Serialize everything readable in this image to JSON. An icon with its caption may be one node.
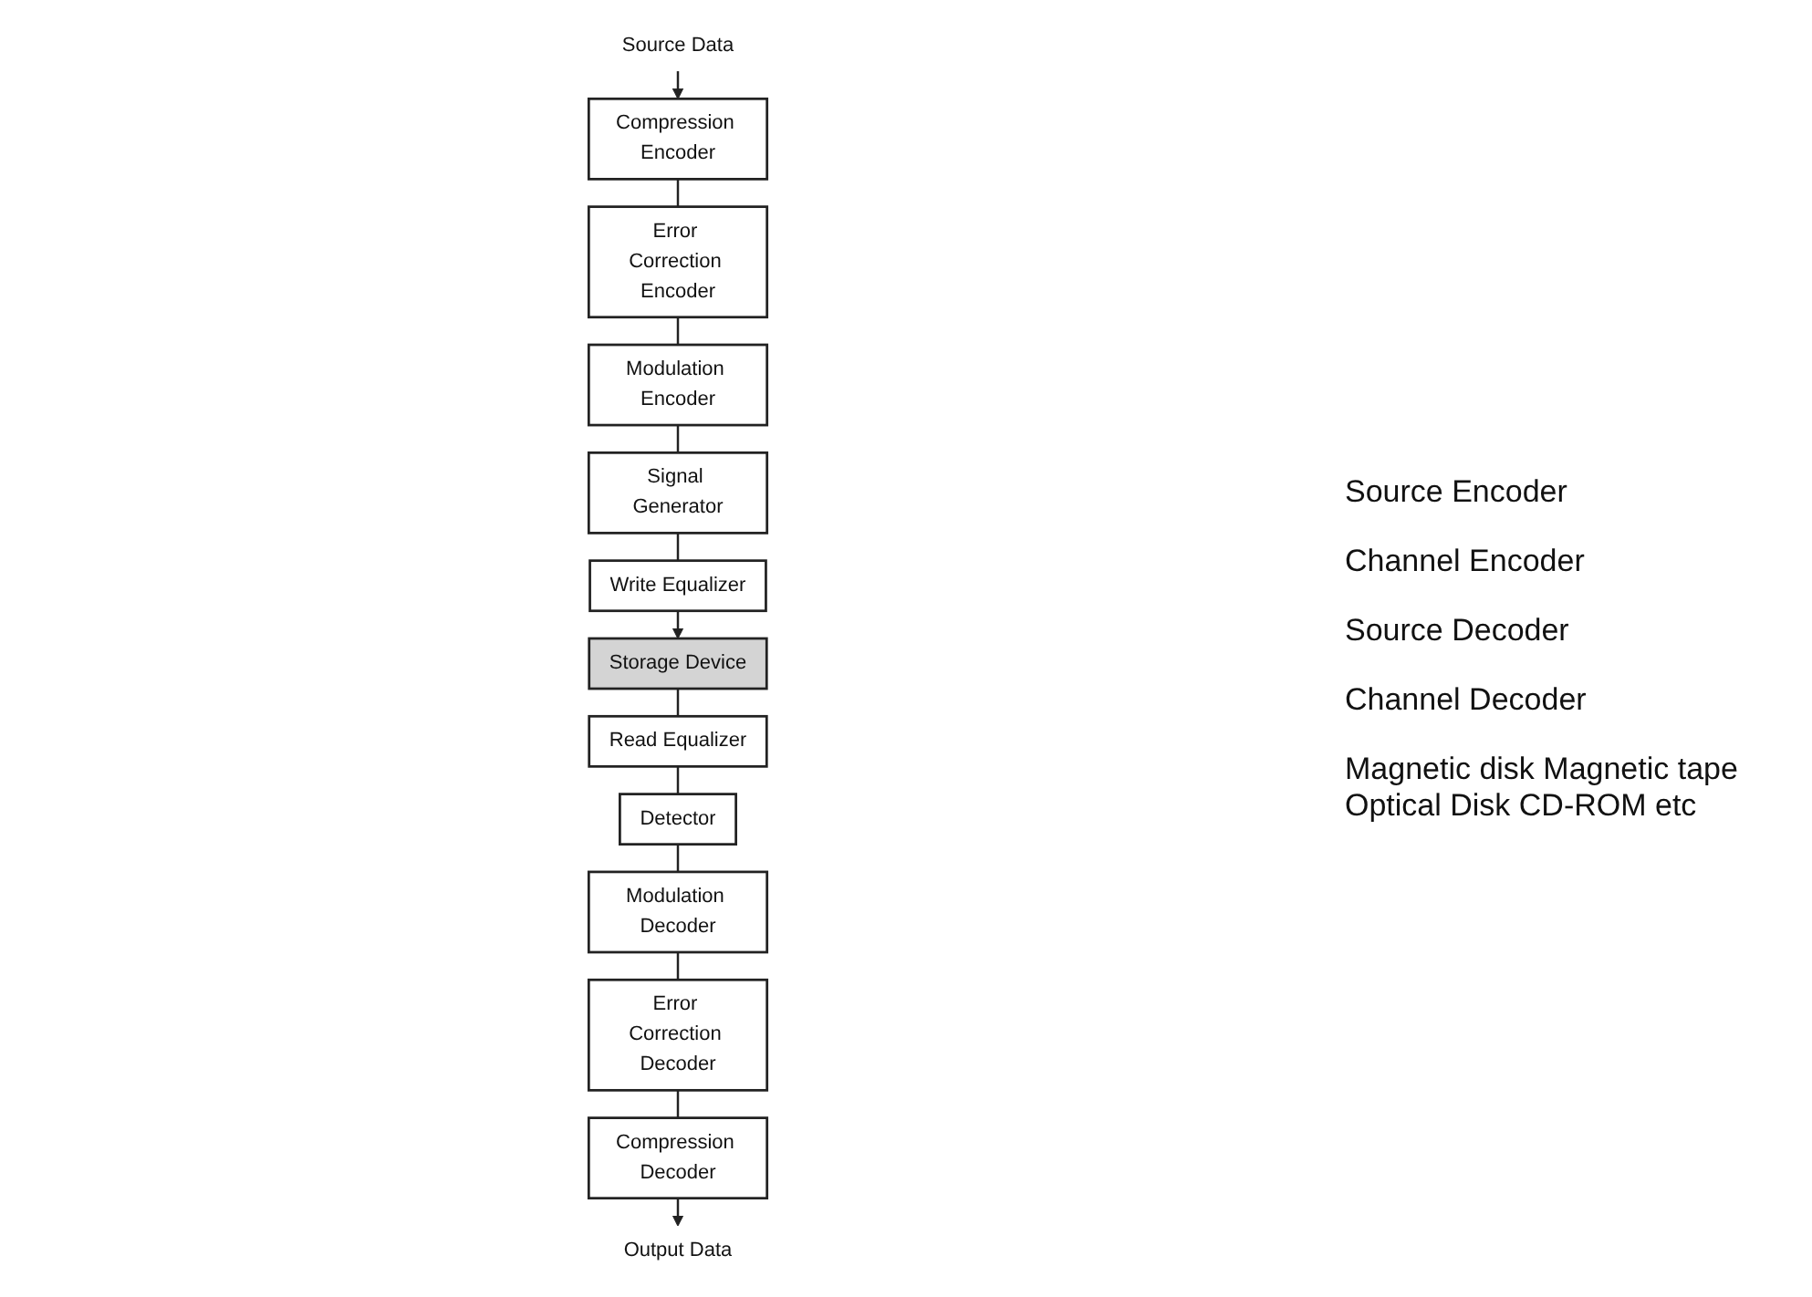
{
  "diagram": {
    "nodes": [
      {
        "text": [
          "Source Data"
        ]
      },
      {
        "text": [
          "Compression Encoder"
        ]
      },
      {
        "text": [
          "Error Correction Encoder"
        ]
      },
      {
        "text": [
          "Modulation Encoder"
        ]
      },
      {
        "text": [
          "Signal Generator"
        ]
      },
      {
        "text": [
          "Write Equalizer"
        ]
      },
      {
        "text": [
          "Storage Device"
        ]
      },
      {
        "text": [
          "Read Equalizer"
        ]
      },
      {
        "text": [
          "Detector"
        ]
      },
      {
        "text": [
          "Modulation Decoder"
        ]
      },
      {
        "text": [
          "Error Correction Decoder"
        ]
      },
      {
        "text": [
          "Compression Decoder"
        ]
      },
      {
        "text": [
          "Output Data"
        ]
      }
    ],
    "edges": [
      {
        "from": 0,
        "to": 1,
        "arrow": "to"
      },
      {
        "from": 1,
        "to": 2,
        "arrow": "none"
      },
      {
        "from": 2,
        "to": 3,
        "arrow": "none"
      },
      {
        "from": 3,
        "to": 4,
        "arrow": "none"
      },
      {
        "from": 4,
        "to": 5,
        "arrow": "none"
      },
      {
        "from": 5,
        "to": 6,
        "arrow": "to"
      },
      {
        "from": 6,
        "to": 7,
        "arrow": "none"
      },
      {
        "from": 7,
        "to": 8,
        "arrow": "none"
      },
      {
        "from": 8,
        "to": 9,
        "arrow": "none"
      },
      {
        "from": 9,
        "to": 10,
        "arrow": "none"
      },
      {
        "from": 10,
        "to": 11,
        "arrow": "none"
      },
      {
        "from": 11,
        "to": 12,
        "arrow": "to"
      }
    ],
    "labels": [
      "Source Encoder",
      "Channel Encoder",
      "Source Decoder",
      "Channel Decoder",
      "Magnetic disk Magnetic tape Optical Disk CD-ROM etc"
    ]
  }
}
